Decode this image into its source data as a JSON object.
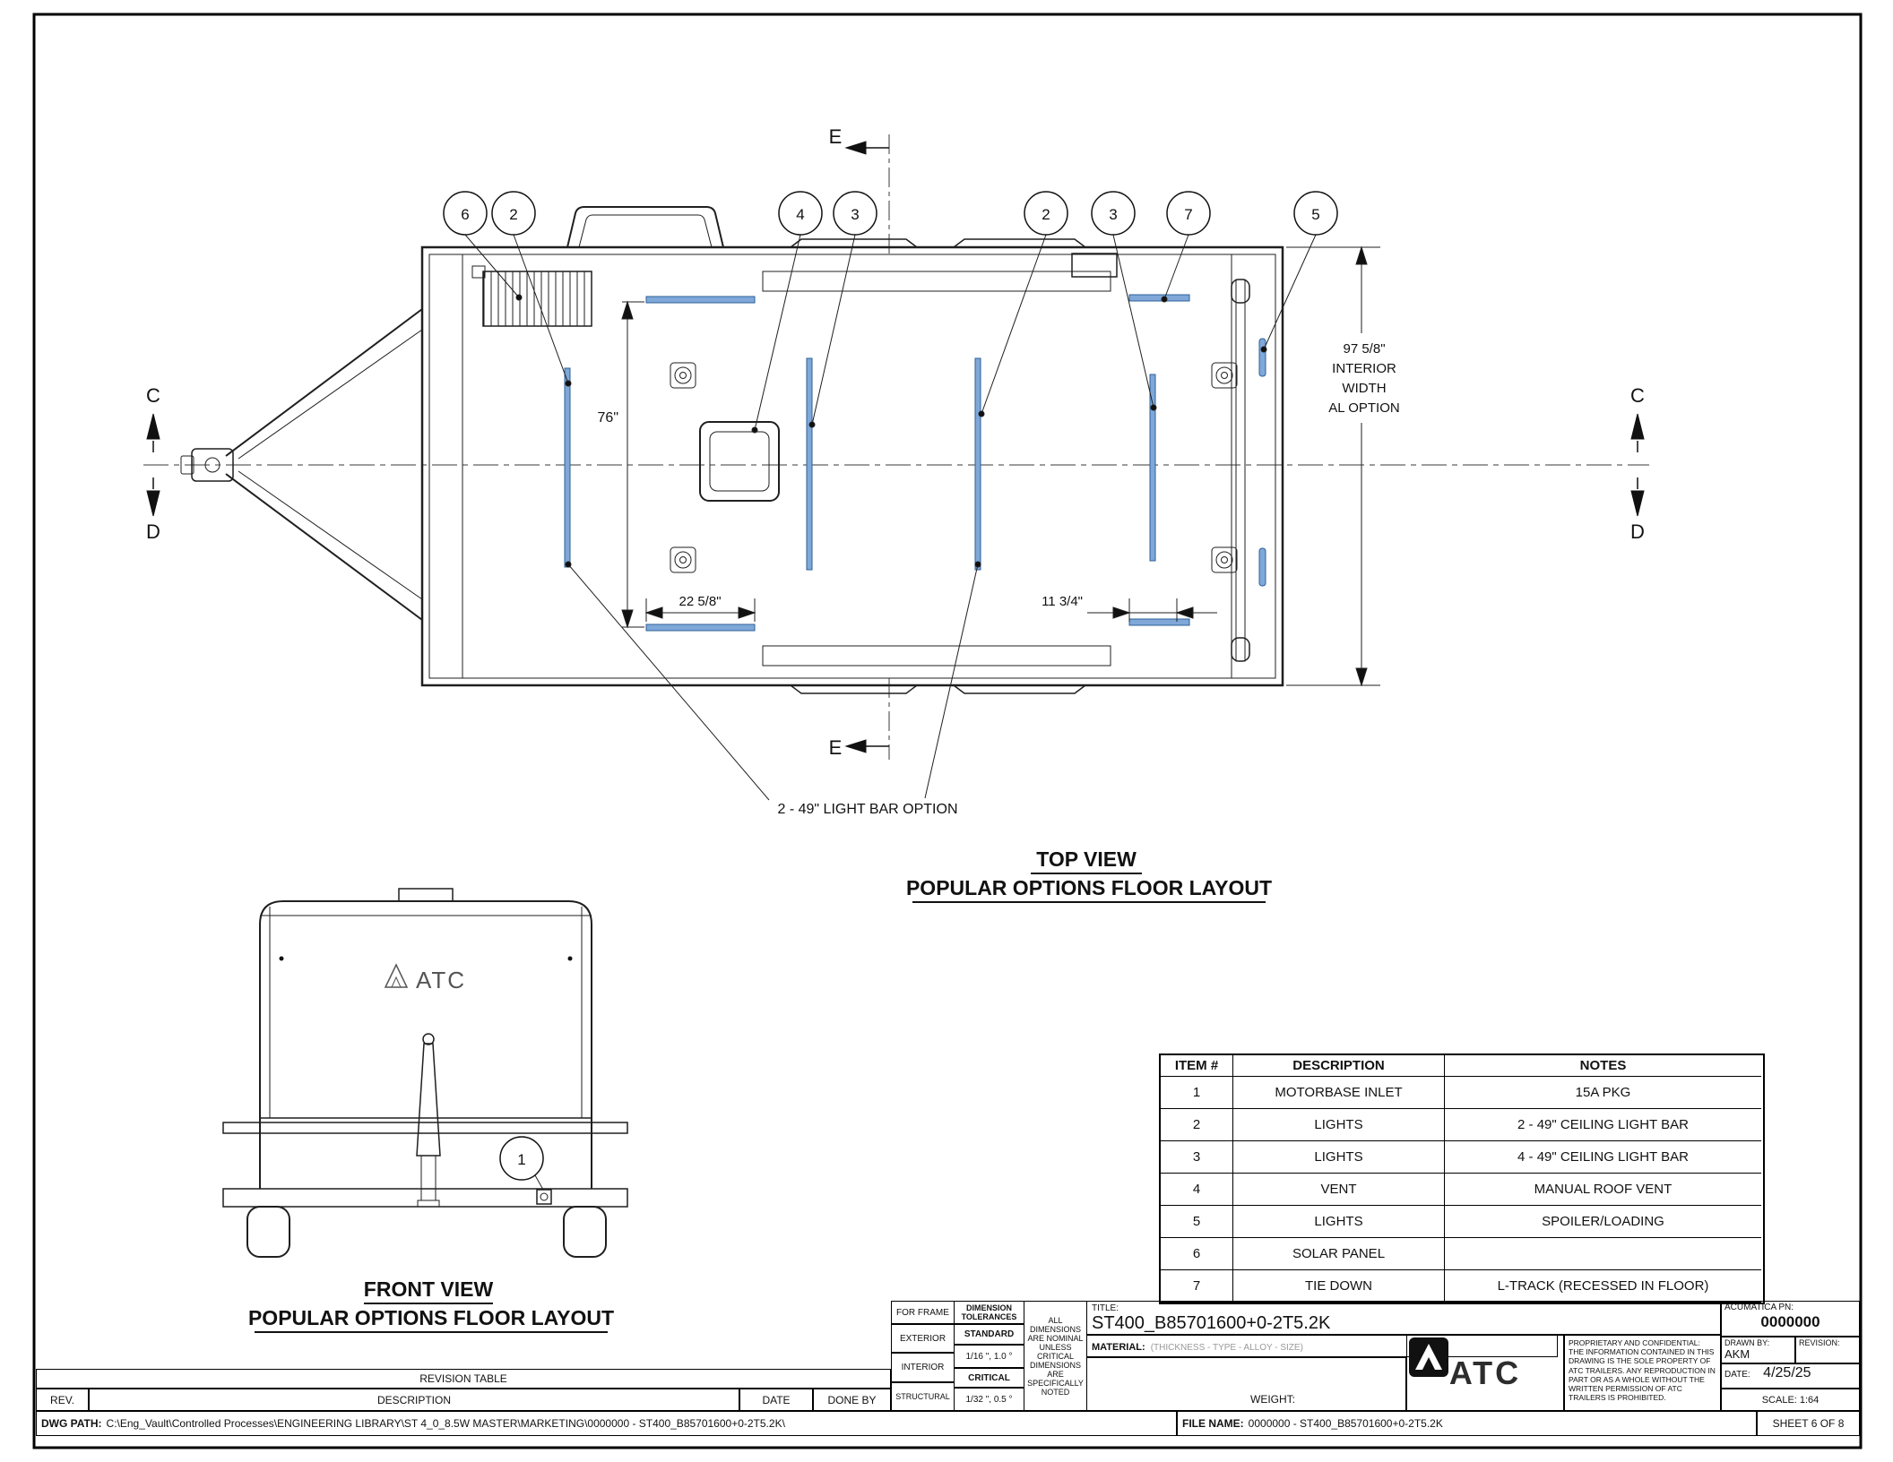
{
  "drawing": {
    "section_markers": {
      "c": "C",
      "d": "D",
      "e": "E"
    },
    "balloons": {
      "n1": "1",
      "n2": "2",
      "n3": "3",
      "n4": "4",
      "n5": "5",
      "n6": "6",
      "n7": "7"
    },
    "dimensions": {
      "interior_width": "97 5/8\"",
      "interior_label1": "INTERIOR",
      "interior_label2": "WIDTH",
      "interior_label3": "AL OPTION",
      "length_76": "76\"",
      "offset_22": "22 5/8\"",
      "offset_11": "11 3/4\""
    },
    "labels": {
      "light_bar_option": "2 - 49\" LIGHT BAR OPTION"
    },
    "top_view": {
      "title": "TOP VIEW",
      "subtitle": "POPULAR OPTIONS FLOOR LAYOUT"
    },
    "front_view": {
      "title": "FRONT VIEW",
      "subtitle": "POPULAR OPTIONS FLOOR LAYOUT",
      "logo_text": "ATC"
    }
  },
  "item_table": {
    "headers": [
      "ITEM #",
      "DESCRIPTION",
      "NOTES"
    ],
    "rows": [
      {
        "item": "1",
        "description": "MOTORBASE INLET",
        "notes": "15A PKG"
      },
      {
        "item": "2",
        "description": "LIGHTS",
        "notes": "2 - 49\" CEILING LIGHT BAR"
      },
      {
        "item": "3",
        "description": "LIGHTS",
        "notes": "4 - 49\" CEILING LIGHT BAR"
      },
      {
        "item": "4",
        "description": "VENT",
        "notes": "MANUAL ROOF VENT"
      },
      {
        "item": "5",
        "description": "LIGHTS",
        "notes": "SPOILER/LOADING"
      },
      {
        "item": "6",
        "description": "SOLAR PANEL",
        "notes": ""
      },
      {
        "item": "7",
        "description": "TIE DOWN",
        "notes": "L-TRACK (RECESSED IN FLOOR)"
      }
    ]
  },
  "title_block": {
    "tolerances": {
      "for_frame": "FOR FRAME",
      "exterior": "EXTERIOR",
      "interior": "INTERIOR",
      "structural": "STRUCTURAL",
      "dimension_tolerances": "DIMENSION TOLERANCES",
      "standard": "STANDARD",
      "standard_value": "1/16 \", 1.0 °",
      "critical": "CRITICAL",
      "critical_value": "1/32 \", 0.5 °",
      "note": "ALL DIMENSIONS ARE NOMINAL UNLESS CRITICAL DIMENSIONS ARE SPECIFICALLY NOTED"
    },
    "title_label": "TITLE:",
    "title": "ST400_B85701600+0-2T5.2K",
    "material_label": "MATERIAL:",
    "material_value": "(THICKNESS - TYPE - ALLOY - SIZE)",
    "weight_label": "WEIGHT:",
    "logo_text": "ATC",
    "proprietary": "PROPRIETARY AND CONFIDENTIAL: THE INFORMATION CONTAINED IN THIS DRAWING IS THE SOLE PROPERTY OF ATC TRAILERS. ANY REPRODUCTION IN PART OR AS A WHOLE WITHOUT THE WRITTEN PERMISSION OF ATC TRAILERS IS PROHIBITED.",
    "acumatica_label": "ACUMATICA PN:",
    "acumatica_value": "0000000",
    "drawn_by_label": "DRAWN BY:",
    "drawn_by_value": "AKM",
    "revision_label": "REVISION:",
    "date_label": "DATE:",
    "date_value": "4/25/25",
    "scale": "SCALE: 1:64",
    "sheet": "SHEET 6 OF 8"
  },
  "revision_table": {
    "title": "REVISION TABLE",
    "headers": {
      "rev": "REV.",
      "description": "DESCRIPTION",
      "date": "DATE",
      "done_by": "DONE BY"
    }
  },
  "footer": {
    "dwg_path_label": "DWG PATH:",
    "dwg_path": "C:\\Eng_Vault\\Controlled Processes\\ENGINEERING LIBRARY\\ST 4_0_8.5W MASTER\\MARKETING\\0000000 - ST400_B85701600+0-2T5.2K\\",
    "file_name_label": "FILE NAME:",
    "file_name": "0000000 - ST400_B85701600+0-2T5.2K"
  },
  "colors": {
    "light_bar_blue": "#7fa8d9",
    "line": "#1f1f1f"
  }
}
